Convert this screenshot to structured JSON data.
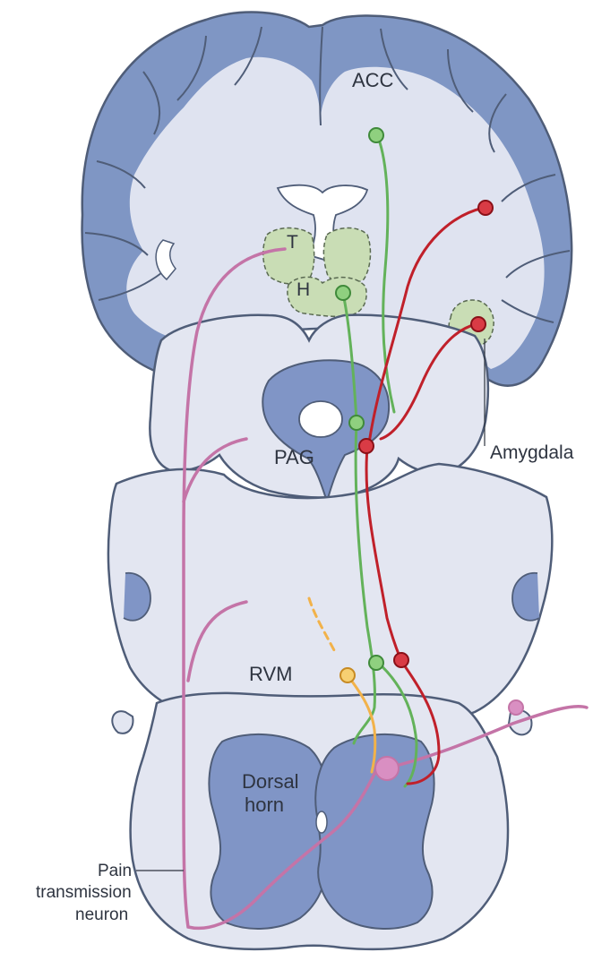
{
  "labels": {
    "acc": "ACC",
    "thalamus": "T",
    "hypothalamus": "H",
    "amygdala": "Amygdala",
    "pag": "PAG",
    "rvm": "RVM",
    "dorsal_horn_line1": "Dorsal",
    "dorsal_horn_line2": "horn",
    "pain_line1": "Pain",
    "pain_line2": "transmission",
    "pain_line3": "neuron"
  },
  "colors": {
    "cortex": "#7f96c4",
    "white_matter": "#dfe3f0",
    "section_fill": "#e3e6f1",
    "section_stroke": "#4f5d78",
    "gray_matter": "#8095c6",
    "limbic_green": "#c9ddb5",
    "green_pathway": "#63b25a",
    "red_pathway": "#c0202a",
    "orange_pathway": "#f2b24a",
    "pink_pathway": "#c474a7"
  }
}
